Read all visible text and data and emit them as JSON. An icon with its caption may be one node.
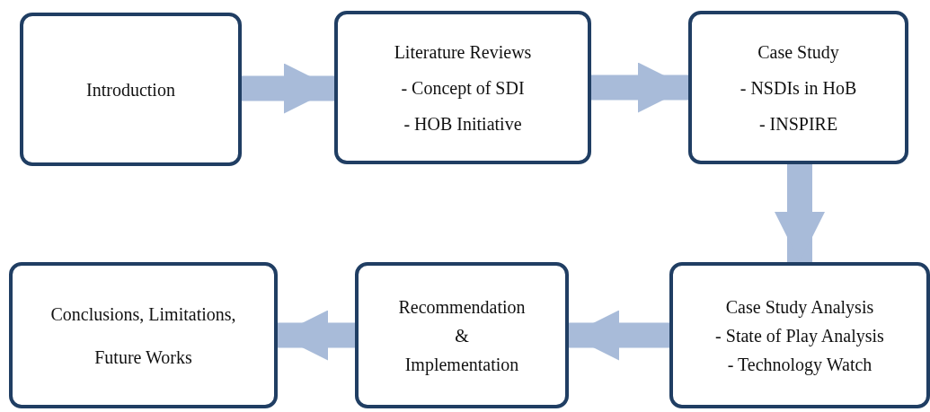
{
  "diagram": {
    "nodes": [
      {
        "text": [
          "Introduction"
        ]
      },
      {
        "text": [
          "Literature Reviews",
          "- Concept of SDI",
          "- HOB Initiative"
        ]
      },
      {
        "text": [
          "Case Study",
          "- NSDIs in HoB",
          "- INSPIRE"
        ]
      },
      {
        "text": [
          "Conclusions, Limitations,",
          "Future Works"
        ]
      },
      {
        "text": [
          "Recommendation",
          "&",
          "Implementation"
        ]
      },
      {
        "text": [
          "Case Study Analysis",
          "- State of Play Analysis",
          "- Technology Watch"
        ]
      }
    ],
    "edges": [
      {
        "from": 0,
        "to": 1,
        "arrow": "to"
      },
      {
        "from": 1,
        "to": 2,
        "arrow": "to"
      },
      {
        "from": 2,
        "to": 5,
        "arrow": "to"
      },
      {
        "from": 5,
        "to": 4,
        "arrow": "to"
      },
      {
        "from": 4,
        "to": 3,
        "arrow": "to"
      }
    ]
  }
}
